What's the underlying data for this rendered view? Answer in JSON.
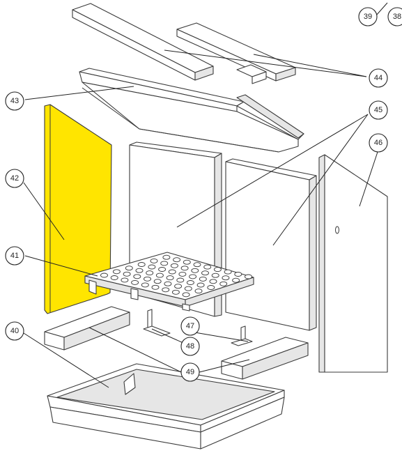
{
  "diagram": {
    "highlight_color": "#FFE500",
    "line_color": "#3a3a3a",
    "highlighted_part": "42",
    "callouts": [
      {
        "id": "c39",
        "label": "39"
      },
      {
        "id": "c38",
        "label": "38"
      },
      {
        "id": "c44",
        "label": "44"
      },
      {
        "id": "c43",
        "label": "43"
      },
      {
        "id": "c45",
        "label": "45"
      },
      {
        "id": "c46",
        "label": "46"
      },
      {
        "id": "c42",
        "label": "42"
      },
      {
        "id": "c41",
        "label": "41"
      },
      {
        "id": "c40",
        "label": "40"
      },
      {
        "id": "c47",
        "label": "47"
      },
      {
        "id": "c48",
        "label": "48"
      },
      {
        "id": "c49",
        "label": "49"
      }
    ]
  }
}
